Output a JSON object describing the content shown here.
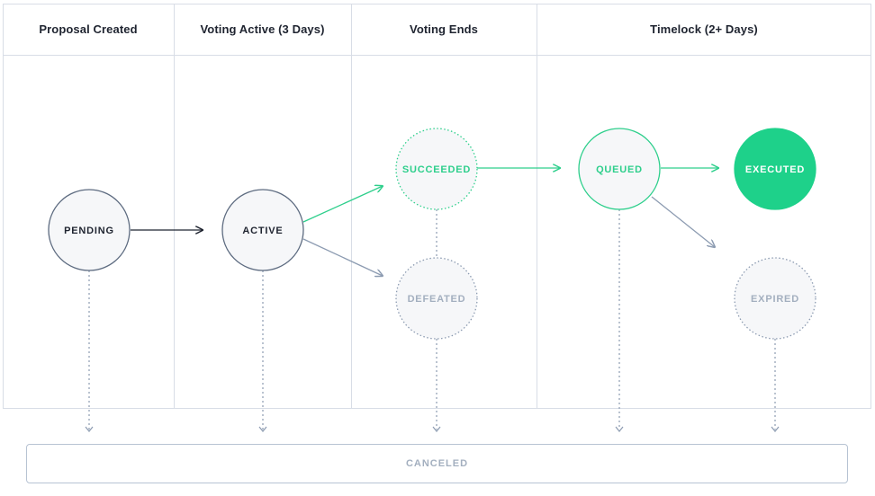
{
  "columns": [
    {
      "title": "Proposal Created"
    },
    {
      "title": "Voting Active (3 Days)"
    },
    {
      "title": "Voting Ends"
    },
    {
      "title": "Timelock (2+ Days)"
    }
  ],
  "nodes": {
    "pending": "PENDING",
    "active": "ACTIVE",
    "succeeded": "SUCCEEDED",
    "defeated": "DEFEATED",
    "queued": "QUEUED",
    "executed": "EXECUTED",
    "expired": "EXPIRED",
    "canceled": "CANCELED"
  },
  "colors": {
    "border": "#d8dde6",
    "node_fill": "#f6f7f9",
    "node_stroke": "#5d6b80",
    "dark_text": "#1f2430",
    "green": "#2ecf8c",
    "green_fill": "#1ed18a",
    "muted": "#a3afbf",
    "muted_arrow": "#8c9bb1"
  }
}
